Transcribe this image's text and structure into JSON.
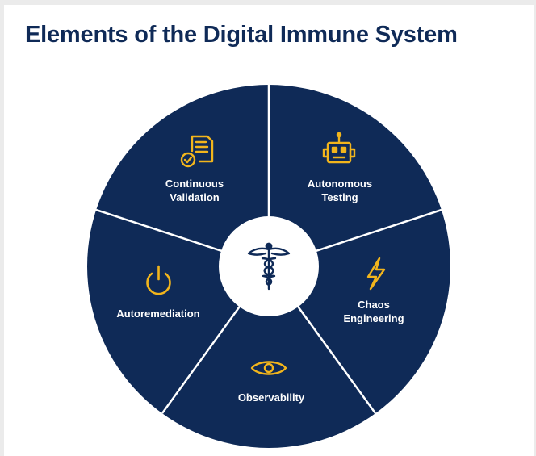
{
  "title": "Elements of the Digital Immune System",
  "colors": {
    "navy": "#0f2a57",
    "accent": "#f2b51c",
    "background": "#ffffff",
    "divider": "#ffffff"
  },
  "center": {
    "icon": "caduceus-icon"
  },
  "segments": [
    {
      "label_lines": [
        "Continuous",
        "Validation"
      ],
      "icon": "checklist-document-icon"
    },
    {
      "label_lines": [
        "Autonomous",
        "Testing"
      ],
      "icon": "robot-icon"
    },
    {
      "label_lines": [
        "Chaos",
        "Engineering"
      ],
      "icon": "lightning-bolt-icon"
    },
    {
      "label_lines": [
        "Observability"
      ],
      "icon": "eye-icon"
    },
    {
      "label_lines": [
        "Autoremediation"
      ],
      "icon": "power-icon"
    }
  ]
}
